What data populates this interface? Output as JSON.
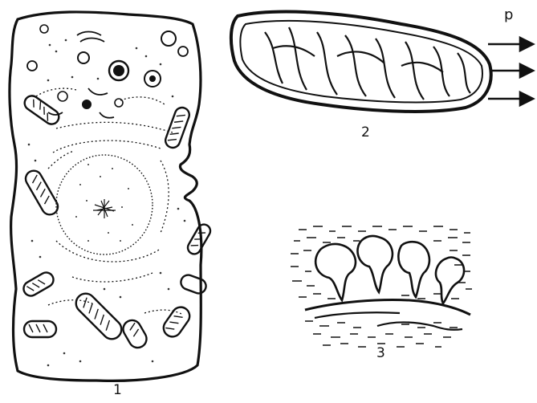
{
  "figure": {
    "labels": {
      "cell": "1",
      "mitochondrion": "2",
      "mucosa": "3",
      "arrow": "p"
    },
    "ink_color": "#111111",
    "stipple_color": "#333333"
  }
}
